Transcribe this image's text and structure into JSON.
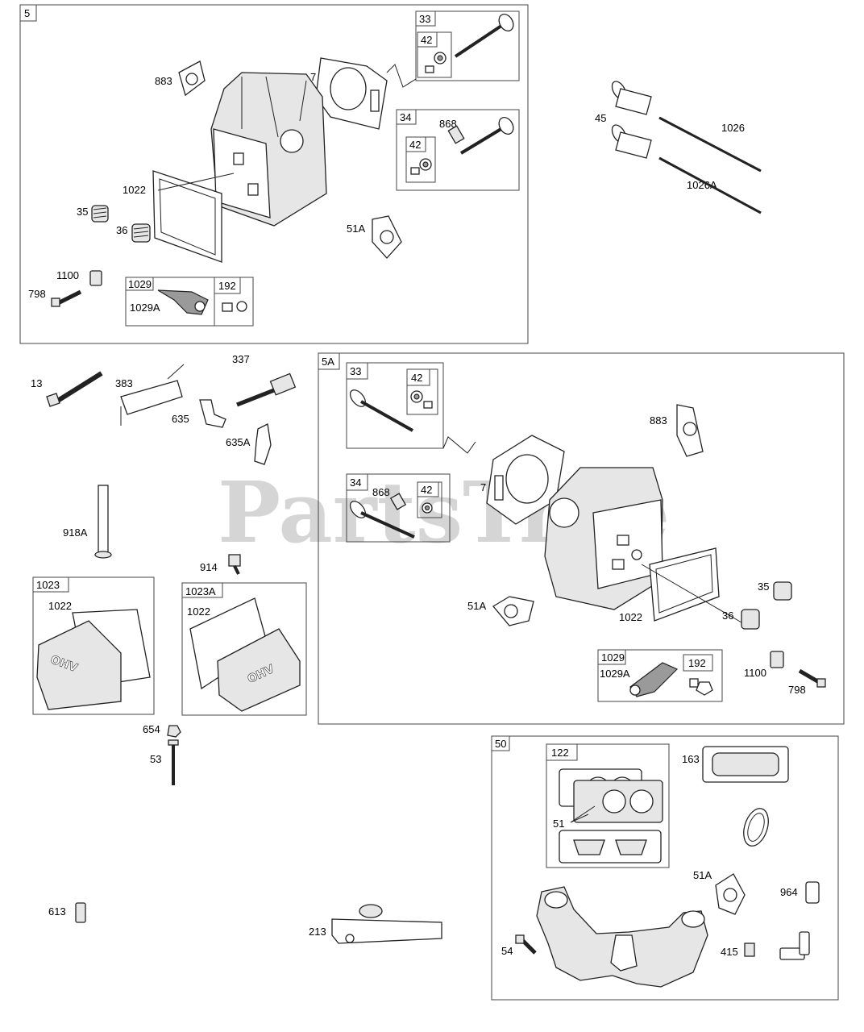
{
  "watermark": "PartsTree",
  "groups": {
    "g5": {
      "tag": "5"
    },
    "g5a": {
      "tag": "5A"
    },
    "g50": {
      "tag": "50"
    },
    "g1023": {
      "tag": "1023"
    },
    "g1023a": {
      "tag": "1023A"
    }
  },
  "subgroups": {
    "s5_33": "33",
    "s5_42a": "42",
    "s5_34": "34",
    "s5_42b": "42",
    "s5_1029": "1029",
    "s5_192": "192",
    "s5a_33": "33",
    "s5a_42a": "42",
    "s5a_34": "34",
    "s5a_42b": "42",
    "s5a_1029": "1029",
    "s5a_192": "192",
    "s50_122": "122"
  },
  "labels": {
    "l883a": "883",
    "l7a": "7",
    "l868a": "868",
    "l1022a": "1022",
    "l35a": "35",
    "l36a": "36",
    "l51Aa": "51A",
    "l1100a": "1100",
    "l798a": "798",
    "l1029Aa": "1029A",
    "l45": "45",
    "l1026": "1026",
    "l1026A": "1026A",
    "l13": "13",
    "l383": "383",
    "l337": "337",
    "l635": "635",
    "l635A": "635A",
    "l918A": "918A",
    "l914": "914",
    "l1022c": "1022",
    "l1022d": "1022",
    "l654": "654",
    "l53": "53",
    "l613": "613",
    "l213": "213",
    "l883b": "883",
    "l868b": "868",
    "l7b": "7",
    "l51Ab": "51A",
    "l1022b": "1022",
    "l35b": "35",
    "l36b": "36",
    "l1029Ab": "1029A",
    "l1100b": "1100",
    "l798b": "798",
    "l163": "163",
    "l51": "51",
    "l51Ac": "51A",
    "l964": "964",
    "l54": "54",
    "l415": "415"
  },
  "cover_text": "OHV"
}
